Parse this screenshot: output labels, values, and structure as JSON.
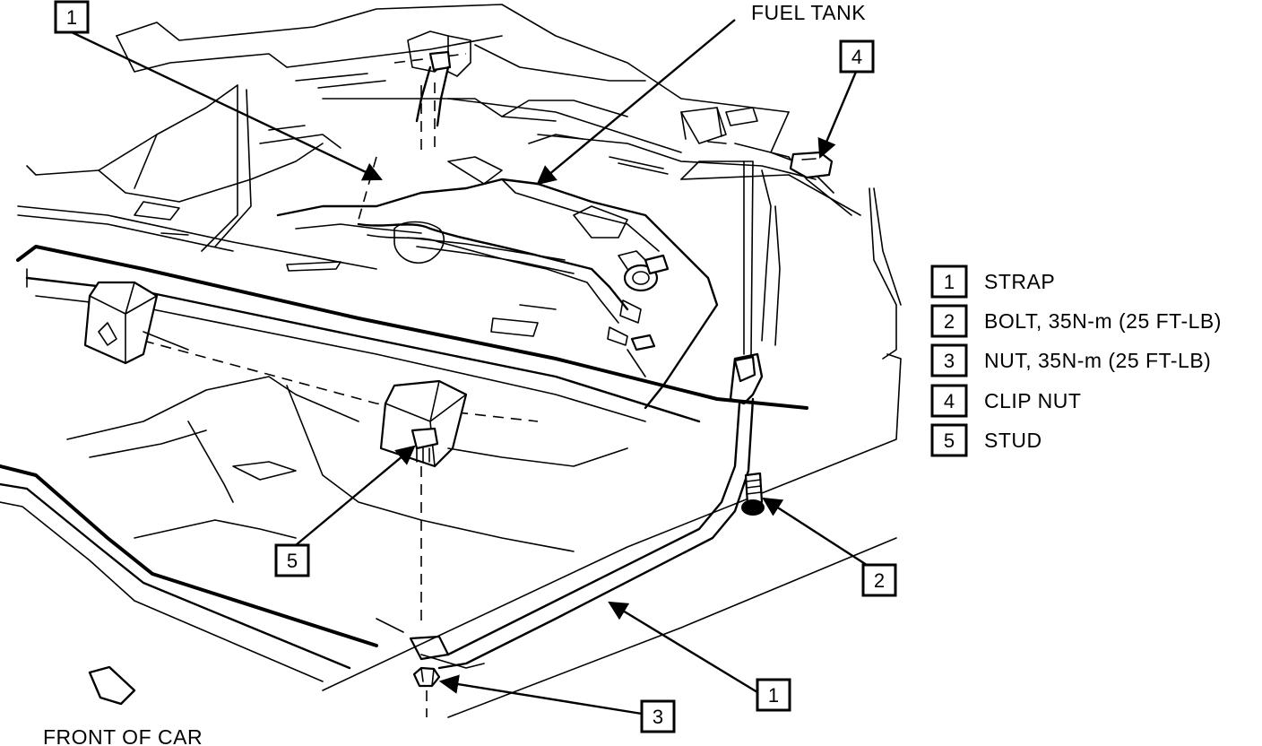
{
  "labels": {
    "fuel_tank": "FUEL TANK",
    "front_of_car": "FRONT OF CAR"
  },
  "callouts": {
    "strap_top": "1",
    "strap_bottom": "1",
    "bolt": "2",
    "nut": "3",
    "clip_nut": "4",
    "stud": "5"
  },
  "legend": [
    {
      "num": "1",
      "text": "STRAP"
    },
    {
      "num": "2",
      "text": "BOLT, 35N-m (25 FT-LB)"
    },
    {
      "num": "3",
      "text": "NUT, 35N-m (25 FT-LB)"
    },
    {
      "num": "4",
      "text": "CLIP NUT"
    },
    {
      "num": "5",
      "text": "STUD"
    }
  ]
}
